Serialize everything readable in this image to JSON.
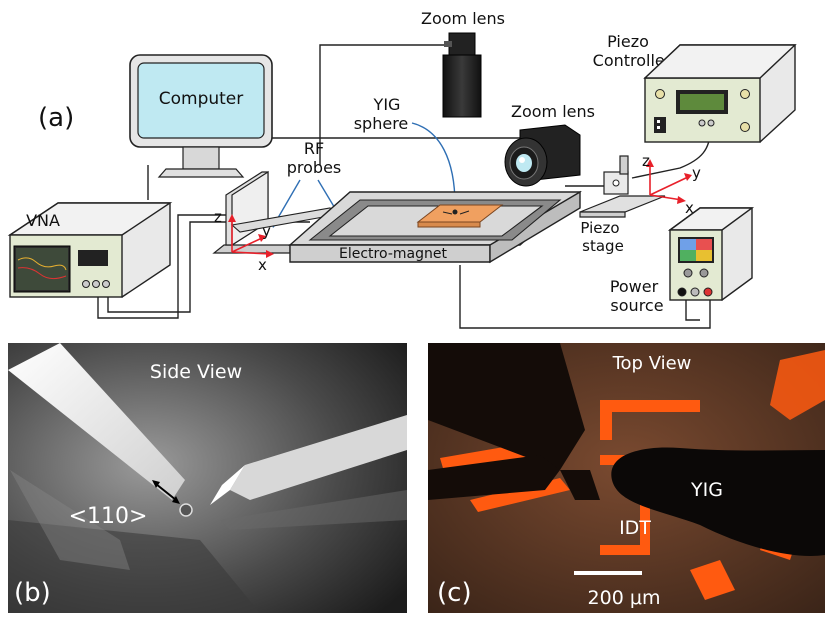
{
  "panel_a": {
    "label": "(a)",
    "computer": "Computer",
    "zoom_lens_top": "Zoom lens",
    "zoom_lens_side": "Zoom lens",
    "piezo_controller_line1": "Piezo",
    "piezo_controller_line2": "Controller",
    "yig_line1": "YIG",
    "yig_line2": "sphere",
    "rf_line1": "RF",
    "rf_line2": "probes",
    "vna": "VNA",
    "electromagnet": "Electro-magnet",
    "piezo_stage_line1": "Piezo",
    "piezo_stage_line2": "stage",
    "power_line1": "Power",
    "power_line2": "source",
    "axes_left": {
      "z": "z",
      "y": "y",
      "x": "x"
    },
    "axes_right": {
      "z": "z",
      "y": "y",
      "x": "x"
    }
  },
  "panel_b": {
    "label": "(b)",
    "title": "Side View",
    "direction": "<110>"
  },
  "panel_c": {
    "label": "(c)",
    "title": "Top View",
    "yig": "YIG",
    "idt": "IDT",
    "scale": "200 μm"
  },
  "colors": {
    "instrument_face": "#e3ead2",
    "screen_blue": "#bfe9f2",
    "axis_red": "#e8202a",
    "arrow_blue": "#2f6fb4",
    "sample_orange": "#f0a060",
    "device_orange": "#ff5a10"
  }
}
